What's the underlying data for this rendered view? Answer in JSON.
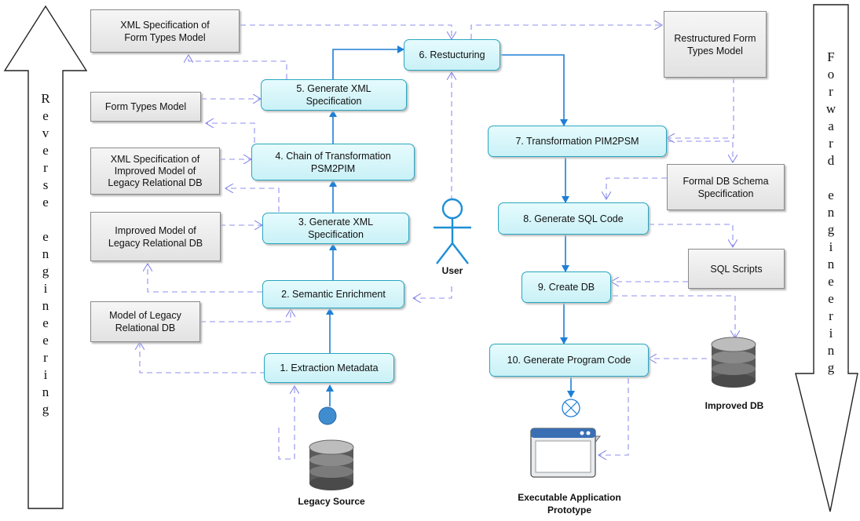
{
  "sides": {
    "reverse": [
      "R",
      "e",
      "v",
      "e",
      "r",
      "s",
      "e",
      "",
      "e",
      "n",
      "g",
      "i",
      "n",
      "e",
      "e",
      "r",
      "i",
      "n",
      "g"
    ],
    "forward": [
      "F",
      "o",
      "r",
      "w",
      "a",
      "r",
      "d",
      "",
      "e",
      "n",
      "g",
      "i",
      "n",
      "e",
      "e",
      "r",
      "i",
      "n",
      "g"
    ]
  },
  "processes": {
    "p1": "1. Extraction Metadata",
    "p2": "2. Semantic Enrichment",
    "p3_l1": "3. Generate XML",
    "p3_l2": "Specification",
    "p4_l1": "4. Chain of Transformation",
    "p4_l2": "PSM2PIM",
    "p5_l1": "5. Generate XML",
    "p5_l2": "Specification",
    "p6": "6. Restucturing",
    "p7": "7. Transformation PIM2PSM",
    "p8": "8. Generate SQL Code",
    "p9": "9. Create DB",
    "p10": "10. Generate Program Code"
  },
  "artifacts": {
    "a_legacy_l1": "Model of Legacy",
    "a_legacy_l2": "Relational DB",
    "a_improved_l1": "Improved Model of",
    "a_improved_l2": "Legacy Relational DB",
    "a_xmlimproved_l1": "XML Specification of",
    "a_xmlimproved_l2": "Improved Model of",
    "a_xmlimproved_l3": "Legacy Relational DB",
    "a_formtypes": "Form Types Model",
    "a_xmlform_l1": "XML Specification of",
    "a_xmlform_l2": "Form Types Model",
    "a_restructured_l1": "Restructured Form",
    "a_restructured_l2": "Types Model",
    "a_formal_l1": "Formal DB Schema",
    "a_formal_l2": "Specification",
    "a_sql": "SQL Scripts"
  },
  "labels": {
    "user": "User",
    "legacy_source": "Legacy Source",
    "improved_db": "Improved DB",
    "exec_l1": "Executable Application",
    "exec_l2": "Prototype"
  },
  "colors": {
    "solid_arrow": "#1e7fd6",
    "dashed_arrow": "#8f8ff0",
    "process_border": "#2aa6c0"
  }
}
